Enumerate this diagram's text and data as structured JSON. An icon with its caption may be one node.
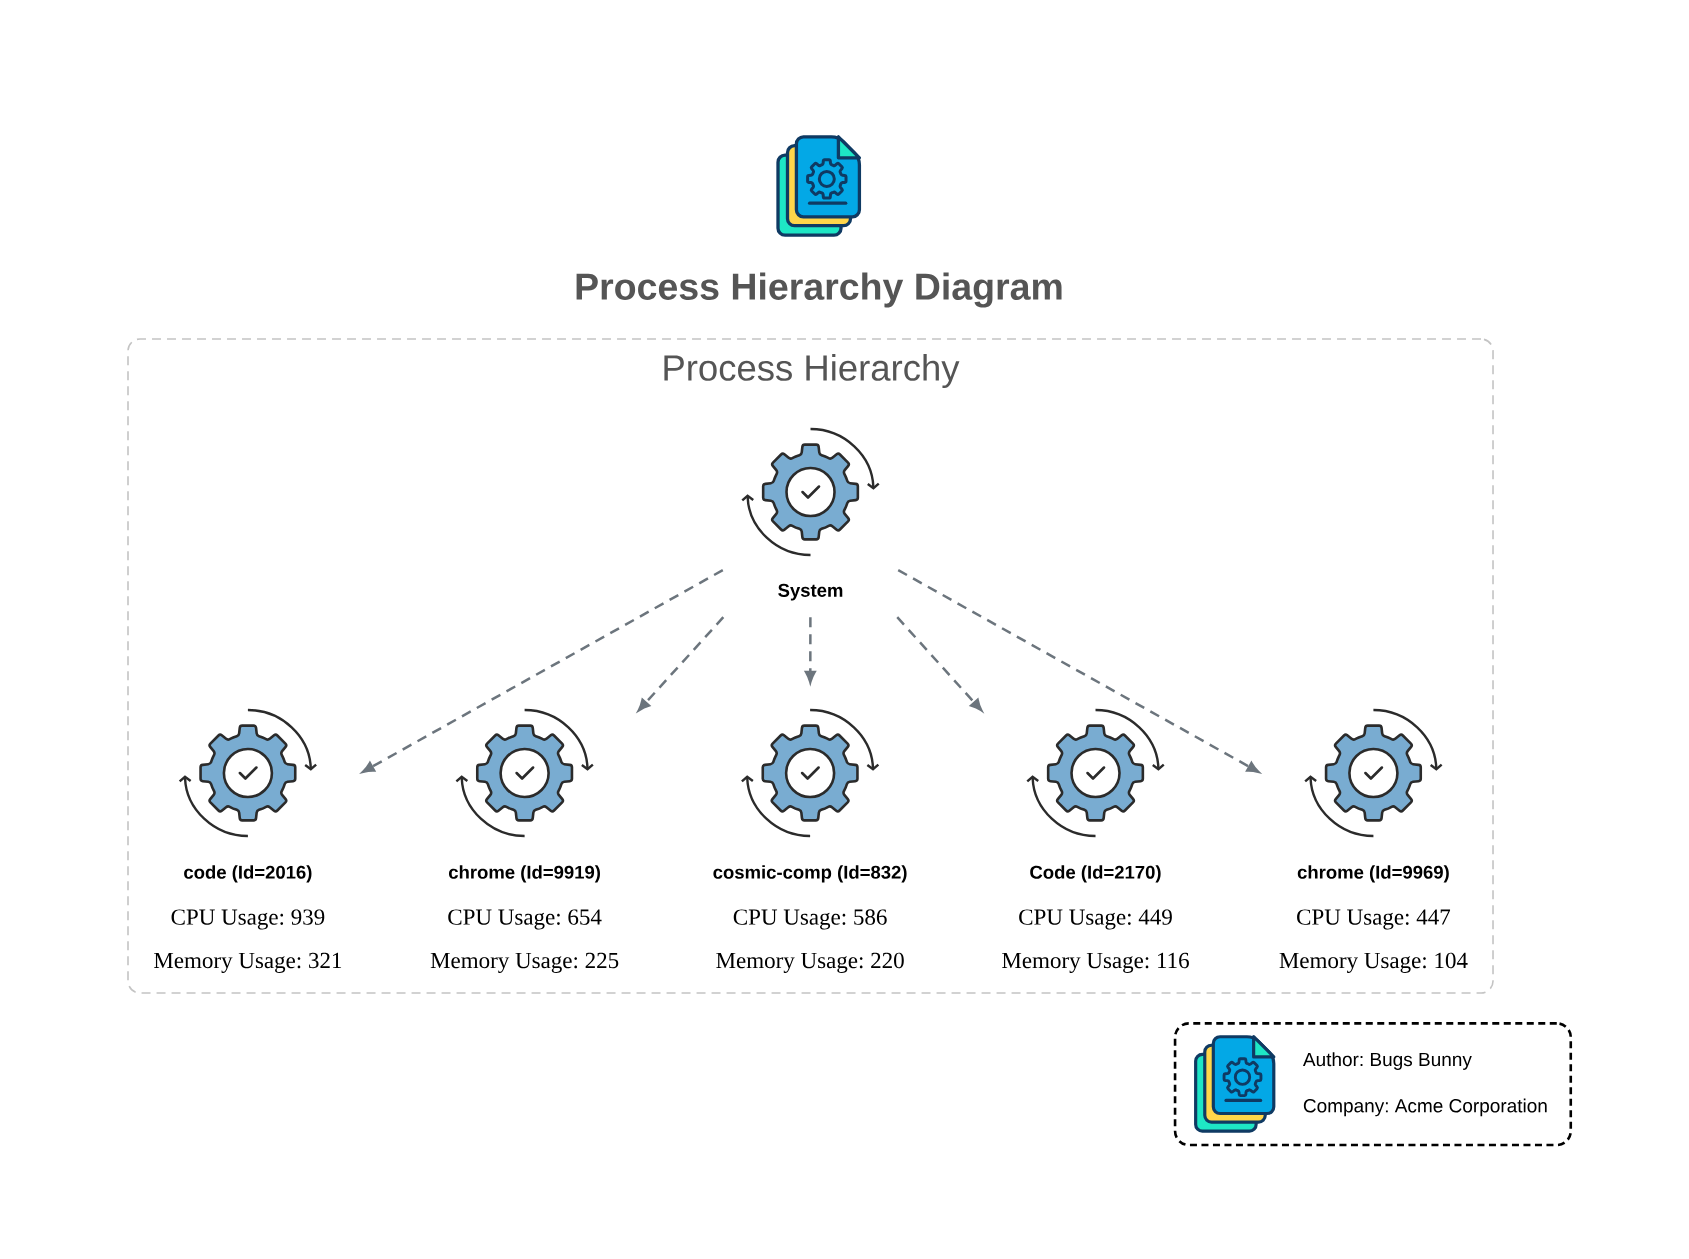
{
  "diagram": {
    "title": "Process Hierarchy Diagram",
    "nodes": [
      {
        "text": [
          "Process Hierarchy"
        ]
      },
      {
        "text": [
          "System"
        ],
        "in": 0
      },
      {
        "text": [
          "code (Id=2016)",
          "CPU Usage: 939",
          "Memory Usage: 321"
        ],
        "in": 0
      },
      {
        "text": [
          "chrome (Id=9919)",
          "CPU Usage: 654",
          "Memory Usage: 225"
        ],
        "in": 0
      },
      {
        "text": [
          "cosmic-comp (Id=832)",
          "CPU Usage: 586",
          "Memory Usage: 220"
        ],
        "in": 0
      },
      {
        "text": [
          "Code (Id=2170)",
          "CPU Usage: 449",
          "Memory Usage: 116"
        ],
        "in": 0
      },
      {
        "text": [
          "chrome (Id=9969)",
          "CPU Usage: 447",
          "Memory Usage: 104"
        ],
        "in": 0
      },
      {
        "text": [
          "Author: Bugs Bunny",
          "Company: Acme Corporation"
        ]
      }
    ],
    "edges": [
      {
        "from": 1,
        "to": 2,
        "arrow": "to",
        "style": "dashed"
      },
      {
        "from": 1,
        "to": 3,
        "arrow": "to",
        "style": "dashed"
      },
      {
        "from": 1,
        "to": 4,
        "arrow": "to",
        "style": "dashed"
      },
      {
        "from": 1,
        "to": 5,
        "arrow": "to",
        "style": "dashed"
      },
      {
        "from": 1,
        "to": 6,
        "arrow": "to",
        "style": "dashed"
      }
    ]
  }
}
